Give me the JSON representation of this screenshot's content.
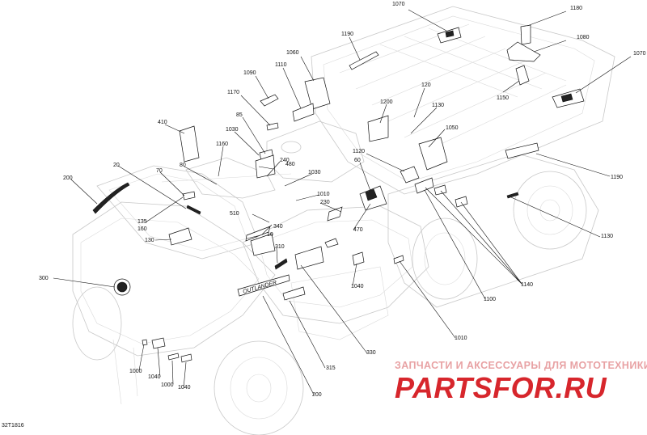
{
  "drawing_code": "32T1816",
  "watermark": {
    "tagline": "ЗАПЧАСТИ И АКСЕССУАРЫ ДЛЯ МОТОТЕХНИКИ",
    "logo": "PARTSFOR.RU",
    "tagline_color": "#e8a2a4",
    "logo_color": "#d7262c"
  },
  "fender_lettering": "OUTLANDER",
  "callouts": [
    {
      "id": "c1070a",
      "label": "1070"
    },
    {
      "id": "c1180",
      "label": "1180"
    },
    {
      "id": "c1190a",
      "label": "1190"
    },
    {
      "id": "c1080",
      "label": "1080"
    },
    {
      "id": "c1070b",
      "label": "1070"
    },
    {
      "id": "c1060",
      "label": "1060"
    },
    {
      "id": "c1090",
      "label": "1090"
    },
    {
      "id": "c1110",
      "label": "1110"
    },
    {
      "id": "c120",
      "label": "120"
    },
    {
      "id": "c1150",
      "label": "1150"
    },
    {
      "id": "c1170",
      "label": "1170"
    },
    {
      "id": "c1200",
      "label": "1200"
    },
    {
      "id": "c1130a",
      "label": "1130"
    },
    {
      "id": "c85",
      "label": "85"
    },
    {
      "id": "c410",
      "label": "410"
    },
    {
      "id": "c1030a",
      "label": "1030"
    },
    {
      "id": "c1050",
      "label": "1050"
    },
    {
      "id": "c1160",
      "label": "1160"
    },
    {
      "id": "c1120",
      "label": "1120"
    },
    {
      "id": "c60",
      "label": "60"
    },
    {
      "id": "c240",
      "label": "240"
    },
    {
      "id": "c480",
      "label": "480"
    },
    {
      "id": "c80",
      "label": "80"
    },
    {
      "id": "c20",
      "label": "20"
    },
    {
      "id": "c70",
      "label": "70"
    },
    {
      "id": "c1030b",
      "label": "1030"
    },
    {
      "id": "c200a",
      "label": "200"
    },
    {
      "id": "c1190b",
      "label": "1190"
    },
    {
      "id": "c1010a",
      "label": "1010"
    },
    {
      "id": "c230",
      "label": "230"
    },
    {
      "id": "c510",
      "label": "510"
    },
    {
      "id": "c135",
      "label": "135"
    },
    {
      "id": "c160",
      "label": "160"
    },
    {
      "id": "c340",
      "label": "340"
    },
    {
      "id": "c470",
      "label": "470"
    },
    {
      "id": "c1130b",
      "label": "1130"
    },
    {
      "id": "c130",
      "label": "130"
    },
    {
      "id": "c10",
      "label": "10"
    },
    {
      "id": "c310",
      "label": "310"
    },
    {
      "id": "c300",
      "label": "300"
    },
    {
      "id": "c1140",
      "label": "1140"
    },
    {
      "id": "c1040a",
      "label": "1040"
    },
    {
      "id": "c1100",
      "label": "1100"
    },
    {
      "id": "c1010b",
      "label": "1010"
    },
    {
      "id": "c330",
      "label": "330"
    },
    {
      "id": "c1000a",
      "label": "1000"
    },
    {
      "id": "c1040b",
      "label": "1040"
    },
    {
      "id": "c315",
      "label": "315"
    },
    {
      "id": "c1000b",
      "label": "1000"
    },
    {
      "id": "c1040c",
      "label": "1040"
    },
    {
      "id": "c200b",
      "label": "200"
    }
  ]
}
